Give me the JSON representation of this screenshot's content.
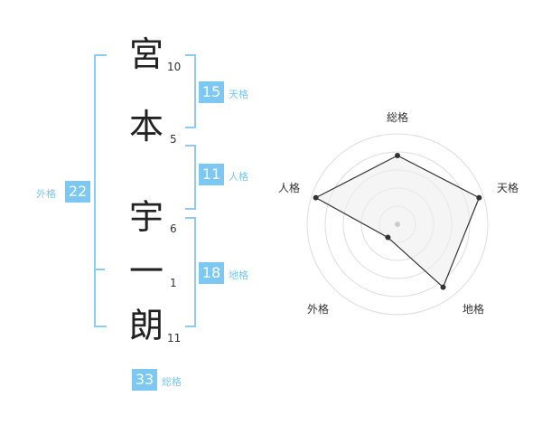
{
  "name": {
    "characters": [
      {
        "char": "宮",
        "strokes": "10"
      },
      {
        "char": "本",
        "strokes": "5"
      },
      {
        "char": "宇",
        "strokes": "6"
      },
      {
        "char": "一",
        "strokes": "1"
      },
      {
        "char": "朗",
        "strokes": "11"
      }
    ]
  },
  "fortunes": {
    "tenkaku": {
      "value": "15",
      "label": "天格"
    },
    "jinkaku": {
      "value": "11",
      "label": "人格"
    },
    "chikaku": {
      "value": "18",
      "label": "地格"
    },
    "gaikaku": {
      "value": "22",
      "label": "外格"
    },
    "soukaku": {
      "value": "33",
      "label": "総格"
    }
  },
  "radar": {
    "axes": [
      "総格",
      "天格",
      "地格",
      "外格",
      "人格"
    ],
    "values": [
      0.76,
      0.95,
      0.86,
      0.18,
      0.95
    ],
    "ring_fill": "#efefef",
    "ring_stroke": "#dddddd",
    "polygon_stroke": "#333333"
  }
}
